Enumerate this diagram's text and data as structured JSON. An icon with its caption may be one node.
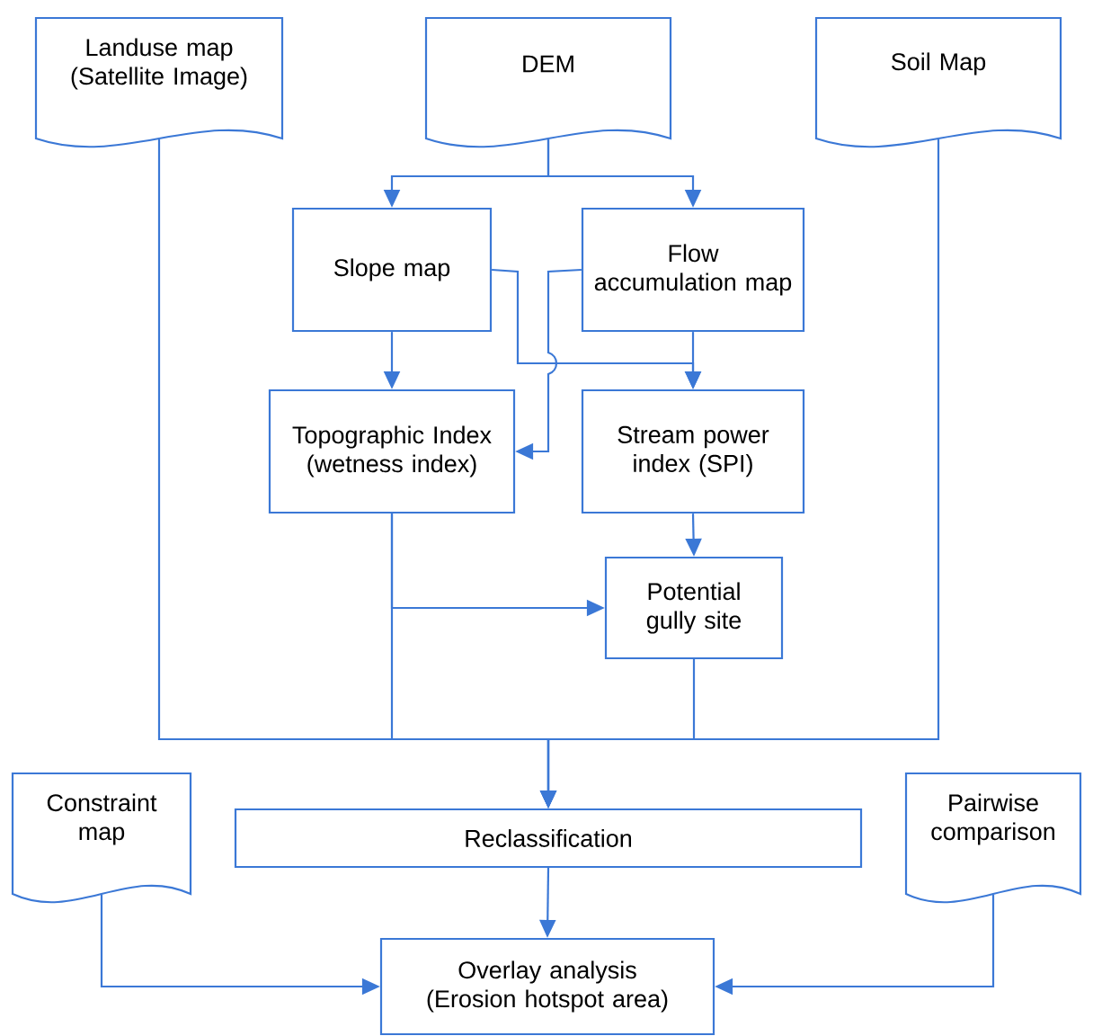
{
  "diagram": {
    "nodes": [
      {
        "text": [
          "Landuse map (Satellite Image)"
        ]
      },
      {
        "text": [
          "DEM"
        ]
      },
      {
        "text": [
          "Soil Map"
        ]
      },
      {
        "text": [
          "Slope map"
        ]
      },
      {
        "text": [
          "Flow accumulation map"
        ]
      },
      {
        "text": [
          "Topographic Index (wetness index)"
        ]
      },
      {
        "text": [
          "Stream power index (SPI)"
        ]
      },
      {
        "text": [
          "Potential gully site"
        ]
      },
      {
        "text": [
          "Reclassification"
        ]
      },
      {
        "text": [
          "Overlay analysis (Erosion hotspot area)"
        ]
      },
      {
        "text": [
          "Constraint map"
        ]
      },
      {
        "text": [
          "Pairwise comparison"
        ]
      }
    ],
    "edges": [
      {
        "from": 1,
        "to": 3,
        "arrow": "to"
      },
      {
        "from": 1,
        "to": 4,
        "arrow": "to"
      },
      {
        "from": 3,
        "to": 5,
        "arrow": "to"
      },
      {
        "from": 3,
        "to": 6,
        "arrow": "to"
      },
      {
        "from": 4,
        "to": 5,
        "arrow": "to"
      },
      {
        "from": 4,
        "to": 6,
        "arrow": "to"
      },
      {
        "from": 6,
        "to": 7,
        "arrow": "to"
      },
      {
        "from": 5,
        "to": 7,
        "arrow": "to"
      },
      {
        "from": 0,
        "to": 8,
        "arrow": "to"
      },
      {
        "from": 5,
        "to": 8,
        "arrow": "to"
      },
      {
        "from": 7,
        "to": 8,
        "arrow": "to"
      },
      {
        "from": 2,
        "to": 8,
        "arrow": "to"
      },
      {
        "from": 8,
        "to": 9,
        "arrow": "to"
      },
      {
        "from": 10,
        "to": 9,
        "arrow": "to"
      },
      {
        "from": 11,
        "to": 9,
        "arrow": "to"
      }
    ]
  }
}
